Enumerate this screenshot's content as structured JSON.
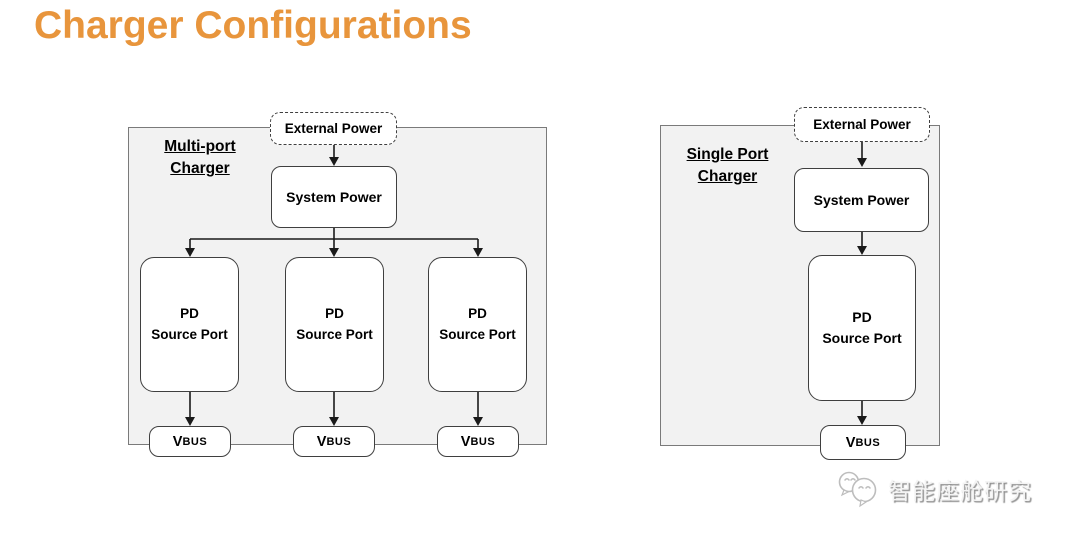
{
  "title": "Charger Configurations",
  "colors": {
    "title_accent": "#E8953C",
    "panel_bg": "#F2F2F2",
    "panel_border": "#7A7A7A",
    "box_border": "#3F3F3F",
    "connector": "#1A1A1A",
    "text": "#000000"
  },
  "diagrams": [
    {
      "name": "Multi-port Charger",
      "label": "Multi-port\nCharger",
      "external_power_label": "External Power",
      "system_power_label": "System Power",
      "ports": [
        {
          "label": "PD\nSource Port",
          "vbus_v": "V",
          "vbus_rest": "BUS"
        },
        {
          "label": "PD\nSource Port",
          "vbus_v": "V",
          "vbus_rest": "BUS"
        },
        {
          "label": "PD\nSource Port",
          "vbus_v": "V",
          "vbus_rest": "BUS"
        }
      ]
    },
    {
      "name": "Single Port Charger",
      "label": "Single Port\nCharger",
      "external_power_label": "External Power",
      "system_power_label": "System Power",
      "ports": [
        {
          "label": "PD\nSource Port",
          "vbus_v": "V",
          "vbus_rest": "BUS"
        }
      ]
    }
  ],
  "watermark": {
    "icon": "wechat-chat-bubbles-icon",
    "text": "智能座舱研究"
  }
}
